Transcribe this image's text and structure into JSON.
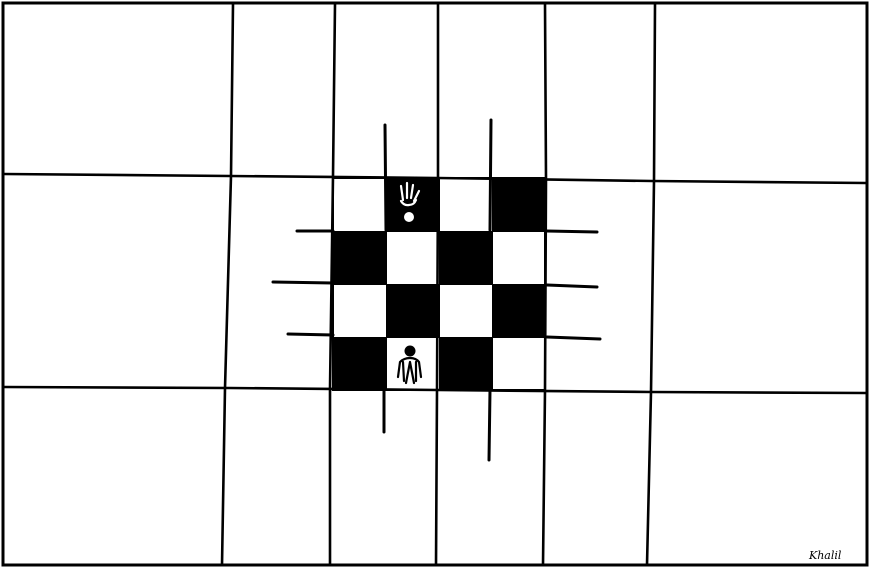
{
  "artwork": {
    "signature": "Khalil",
    "colors": {
      "ink": "#000000",
      "paper": "#ffffff"
    },
    "board": {
      "rows": 4,
      "columns": 4,
      "dark_squares": [
        [
          0,
          1
        ],
        [
          0,
          3
        ],
        [
          1,
          0
        ],
        [
          1,
          2
        ],
        [
          2,
          1
        ],
        [
          2,
          3
        ],
        [
          3,
          0
        ],
        [
          3,
          2
        ]
      ],
      "figures": [
        {
          "name": "hand-figure",
          "row": 0,
          "column": 1,
          "color": "white-on-black"
        },
        {
          "name": "person-figure",
          "row": 3,
          "column": 1,
          "color": "black-on-white"
        }
      ]
    }
  }
}
